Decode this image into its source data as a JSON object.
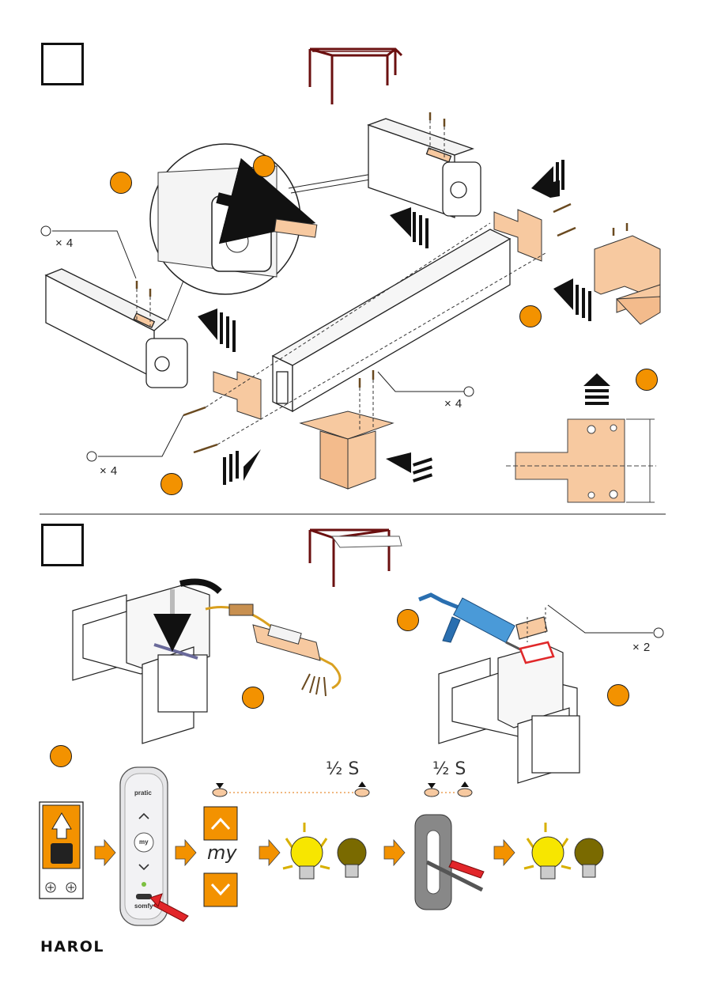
{
  "quantities": {
    "washer_top_left": "× 4",
    "screw_center": "× 4",
    "screw_bottom_left": "× 4",
    "washer_right": "× 2"
  },
  "timing": {
    "first": "½ S",
    "second": "½ S"
  },
  "remote": {
    "brand_top": "pratic",
    "center_button": "my",
    "brand_bottom": "somfy"
  },
  "programming": {
    "my_label": "my"
  },
  "footer": {
    "brand": "HAROL"
  },
  "colors": {
    "accent_orange": "#f39200",
    "part_peach": "#f7c9a0",
    "frame_red": "#8b1a1a"
  }
}
